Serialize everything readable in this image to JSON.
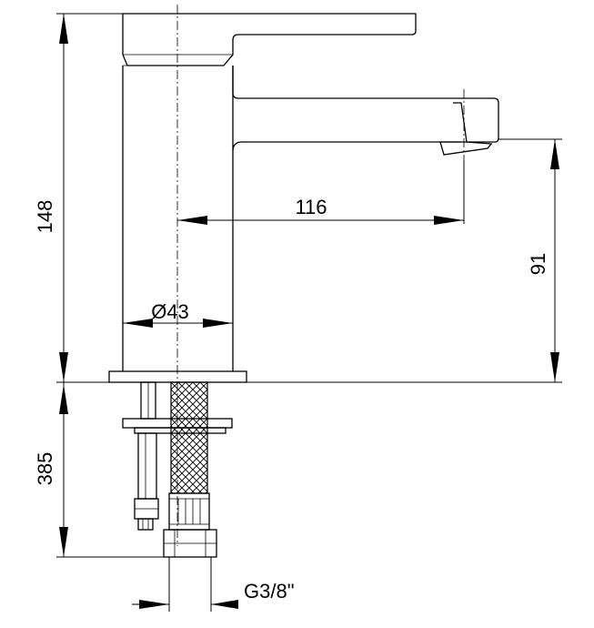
{
  "dimensions": {
    "total_height": "148",
    "spout_reach": "116",
    "spout_height": "91",
    "body_diameter": "Ø43",
    "hose_length": "385",
    "thread_size": "G3/8\""
  }
}
